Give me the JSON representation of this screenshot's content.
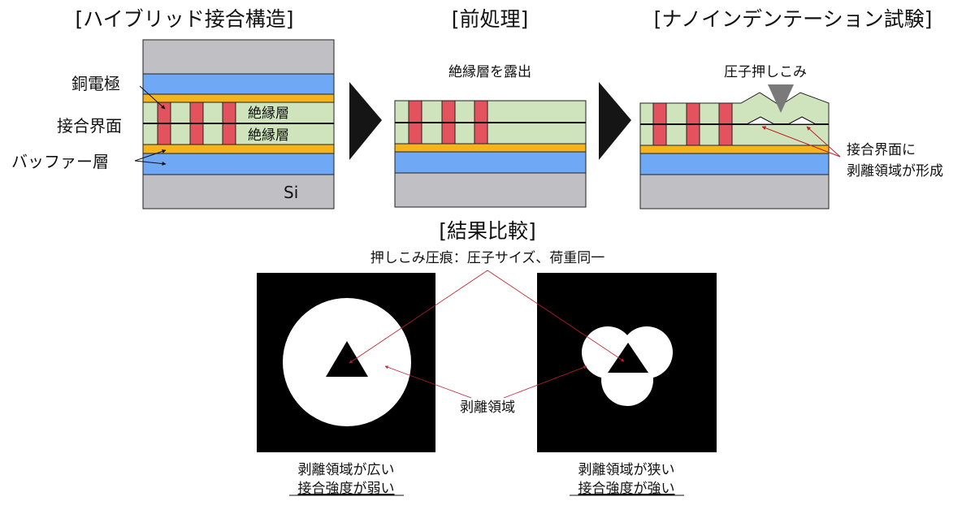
{
  "headings": {
    "structure": "[ハイブリッド接合構造]",
    "pretreatment": "[前処理]",
    "test": "[ナノインデンテーション試験]",
    "results": "[結果比較]"
  },
  "labels": {
    "copper_electrode": "銅電極",
    "bond_interface": "接合界面",
    "buffer_layer": "バッファー層",
    "insulating_layer_upper": "絶縁層",
    "insulating_layer_lower": "絶縁層",
    "si": "Si",
    "expose_insulator": "絶縁層を露出",
    "indenter_press": "圧子押しこみ",
    "delamination_formed_1": "接合界面に",
    "delamination_formed_2": "剥離領域が形成",
    "indentation_note": "押しこみ圧痕：圧子サイズ、荷重同一",
    "delamination_region": "剥離領域",
    "left_result_1": "剥離領域が広い",
    "left_result_2": "接合強度が弱い",
    "right_result_1": "剥離領域が狭い",
    "right_result_2": "接合強度が強い"
  },
  "colors": {
    "si": "#bfbfc4",
    "copper_layer": "#6fa9f5",
    "buffer": "#f5b41c",
    "insulator": "#cfe4bd",
    "electrode": "#e2535e",
    "arrow": "#c0202a",
    "chevron": "#151515",
    "panel": "#000000"
  }
}
